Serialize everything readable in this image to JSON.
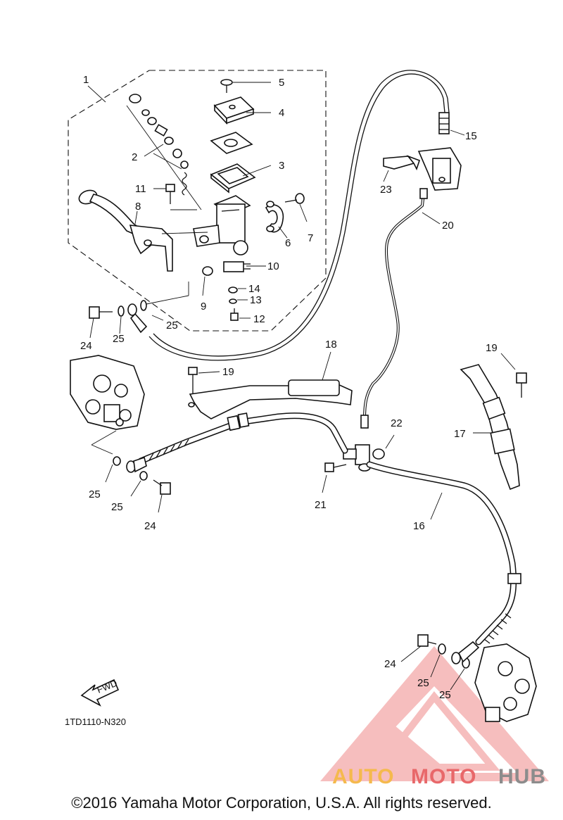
{
  "diagram_code": "1TD1110-N320",
  "fwd_label": "FWD",
  "copyright": "©2016 Yamaha Motor Corporation, U.S.A. All rights reserved.",
  "watermark": {
    "part1": "AUTO",
    "part2": "MOTO",
    "part3": "HUB",
    "color1": "#f5b94d",
    "color2": "#e8686a",
    "color3": "#8c8c8c"
  },
  "callouts": {
    "c1": "1",
    "c2": "2",
    "c3": "3",
    "c4": "4",
    "c5": "5",
    "c6": "6",
    "c7": "7",
    "c8": "8",
    "c9": "9",
    "c10": "10",
    "c11": "11",
    "c12": "12",
    "c13": "13",
    "c14": "14",
    "c15": "15",
    "c16": "16",
    "c17": "17",
    "c18": "18",
    "c19a": "19",
    "c19b": "19",
    "c20": "20",
    "c21": "21",
    "c22": "22",
    "c23": "23",
    "c24a": "24",
    "c24b": "24",
    "c24c": "24",
    "c25a": "25",
    "c25b": "25",
    "c25c": "25",
    "c25d": "25",
    "c25e": "25",
    "c25f": "25"
  }
}
